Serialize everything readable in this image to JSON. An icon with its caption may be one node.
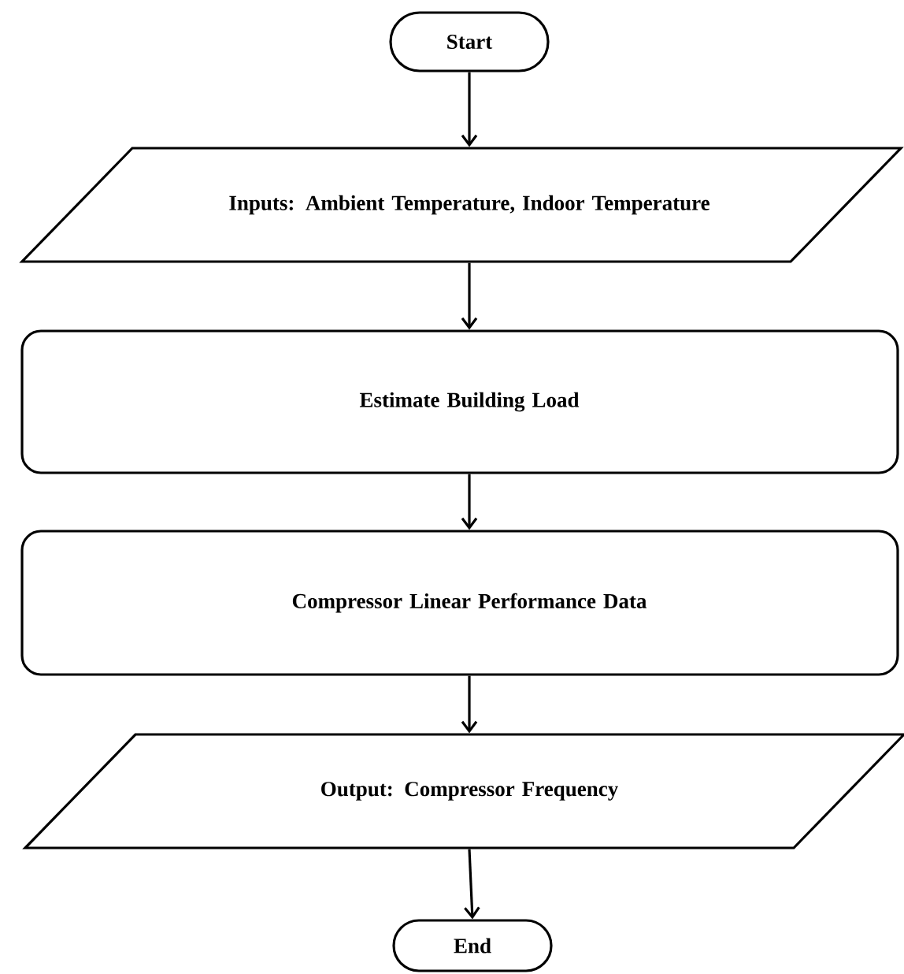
{
  "diagram": {
    "nodes": [
      {
        "text": [
          "Start"
        ]
      },
      {
        "text": [
          "Inputs: Ambient Temperature, Indoor Temperature"
        ]
      },
      {
        "text": [
          "Estimate Building Load"
        ]
      },
      {
        "text": [
          "Compressor Linear Performance Data"
        ]
      },
      {
        "text": [
          "Output: Compressor Frequency"
        ]
      },
      {
        "text": [
          "End"
        ]
      }
    ],
    "edges": [
      {
        "from": 0,
        "to": 1,
        "arrow": "to"
      },
      {
        "from": 1,
        "to": 2,
        "arrow": "to"
      },
      {
        "from": 2,
        "to": 3,
        "arrow": "to"
      },
      {
        "from": 3,
        "to": 4,
        "arrow": "to"
      },
      {
        "from": 4,
        "to": 5,
        "arrow": "to"
      }
    ]
  }
}
